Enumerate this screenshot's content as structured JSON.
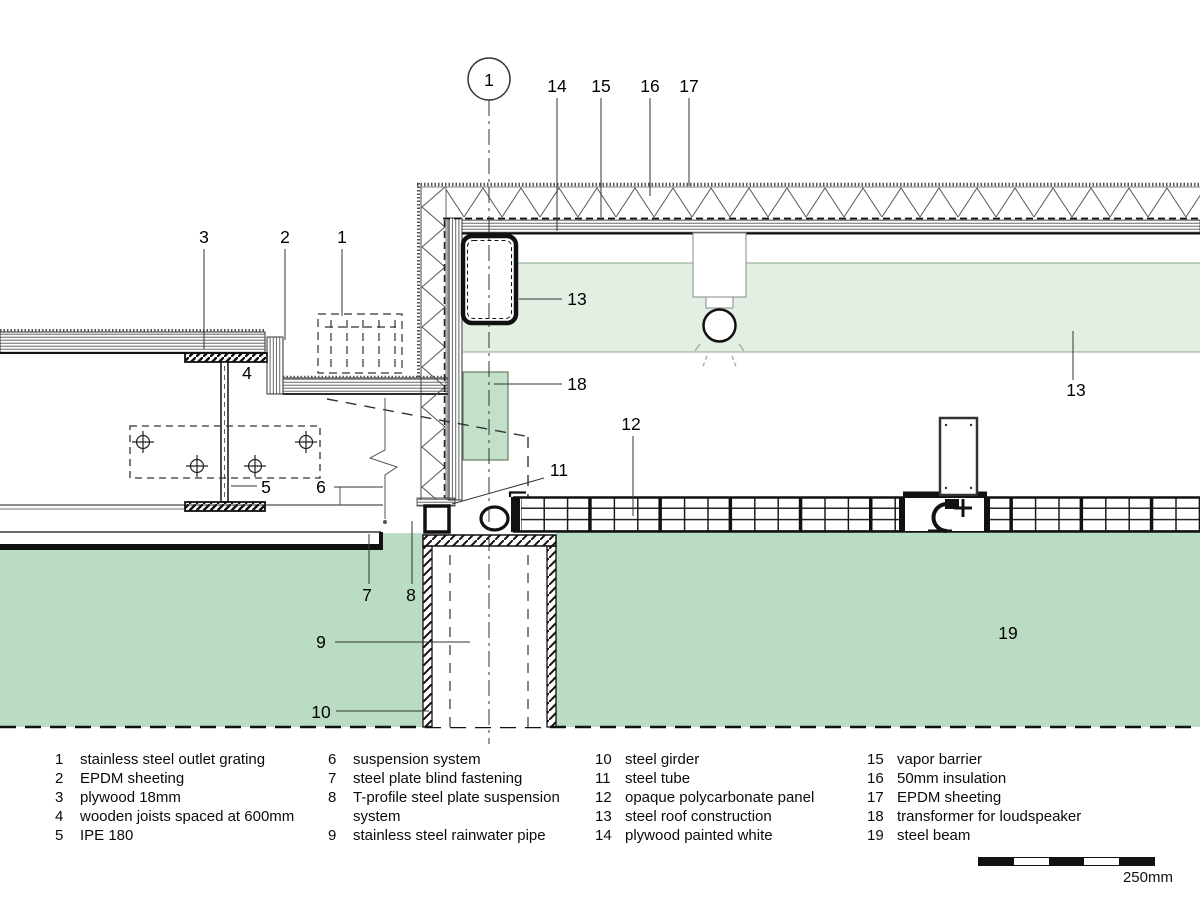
{
  "drawing": {
    "section_marker": "1",
    "callouts": {
      "n1": "1",
      "n2": "2",
      "n3": "3",
      "n4": "4",
      "n5": "5",
      "n6": "6",
      "n7": "7",
      "n8": "8",
      "n9": "9",
      "n10": "10",
      "n11": "11",
      "n12": "12",
      "n13": "13",
      "n14": "14",
      "n15": "15",
      "n16": "16",
      "n17": "17",
      "n18": "18",
      "n19": "19"
    },
    "colors": {
      "roof_zone_green": "#e4efe4",
      "transformer_green": "#c3e1c8",
      "beam_area_green": "#b9dcc2"
    }
  },
  "legend": {
    "columns": [
      {
        "items": [
          {
            "num": "1",
            "label": "stainless steel outlet grating"
          },
          {
            "num": "2",
            "label": "EPDM sheeting"
          },
          {
            "num": "3",
            "label": "plywood 18mm"
          },
          {
            "num": "4",
            "label": "wooden joists spaced at 600mm"
          },
          {
            "num": "5",
            "label": "IPE 180"
          }
        ]
      },
      {
        "items": [
          {
            "num": "6",
            "label": "suspension system"
          },
          {
            "num": "7",
            "label": "steel plate blind fastening"
          },
          {
            "num": "8",
            "label": "T-profile steel plate suspension system"
          },
          {
            "num": "9",
            "label": "stainless steel rainwater pipe"
          }
        ]
      },
      {
        "items": [
          {
            "num": "10",
            "label": "steel girder"
          },
          {
            "num": "11",
            "label": "steel tube"
          },
          {
            "num": "12",
            "label": "opaque polycarbonate panel"
          },
          {
            "num": "13",
            "label": "steel roof construction"
          },
          {
            "num": "14",
            "label": "plywood painted white"
          }
        ]
      },
      {
        "items": [
          {
            "num": "15",
            "label": "vapor barrier"
          },
          {
            "num": "16",
            "label": "50mm insulation"
          },
          {
            "num": "17",
            "label": "EPDM sheeting"
          },
          {
            "num": "18",
            "label": "transformer for loudspeaker"
          },
          {
            "num": "19",
            "label": "steel beam"
          }
        ]
      }
    ]
  },
  "scale_bar": {
    "label": "250mm"
  }
}
